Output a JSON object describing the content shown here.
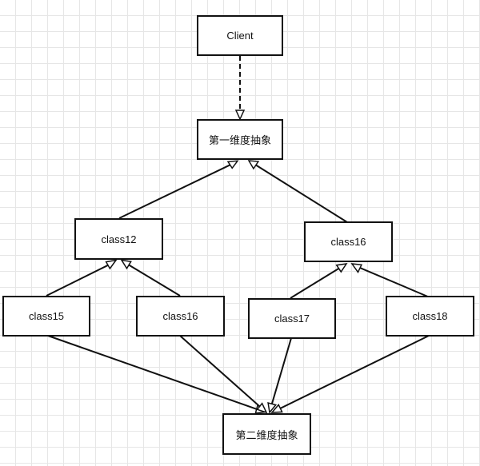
{
  "nodes": {
    "client": "Client",
    "dim1": "第一维度抽象",
    "class12": "class12",
    "class16_top": "class16",
    "class15": "class15",
    "class16_bottom": "class16",
    "class17": "class17",
    "class18": "class18",
    "dim2": "第二维度抽象"
  }
}
